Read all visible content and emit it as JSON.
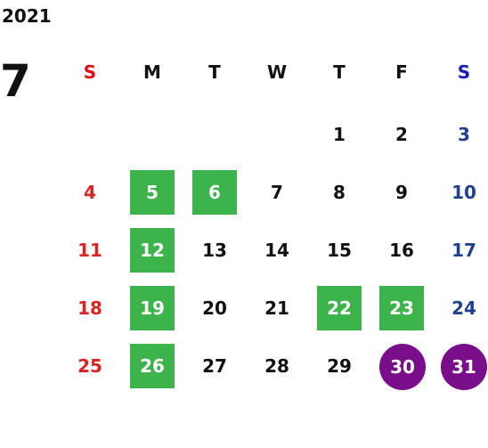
{
  "year": "2021",
  "month": "7",
  "weekdays": [
    "S",
    "M",
    "T",
    "W",
    "T",
    "F",
    "S"
  ],
  "colors": {
    "sunday": "#dd2222",
    "saturday": "#1f3f8f",
    "highlight_green": "#3cb44b",
    "highlight_purple": "#7a0d8a"
  },
  "weeks": [
    [
      "",
      "",
      "",
      "",
      "1",
      "2",
      "3"
    ],
    [
      "4",
      "5",
      "6",
      "7",
      "8",
      "9",
      "10"
    ],
    [
      "11",
      "12",
      "13",
      "14",
      "15",
      "16",
      "17"
    ],
    [
      "18",
      "19",
      "20",
      "21",
      "22",
      "23",
      "24"
    ],
    [
      "25",
      "26",
      "27",
      "28",
      "29",
      "30",
      "31"
    ]
  ],
  "highlights": {
    "green": [
      "5",
      "6",
      "12",
      "19",
      "22",
      "23",
      "26"
    ],
    "purple": [
      "30",
      "31"
    ]
  }
}
